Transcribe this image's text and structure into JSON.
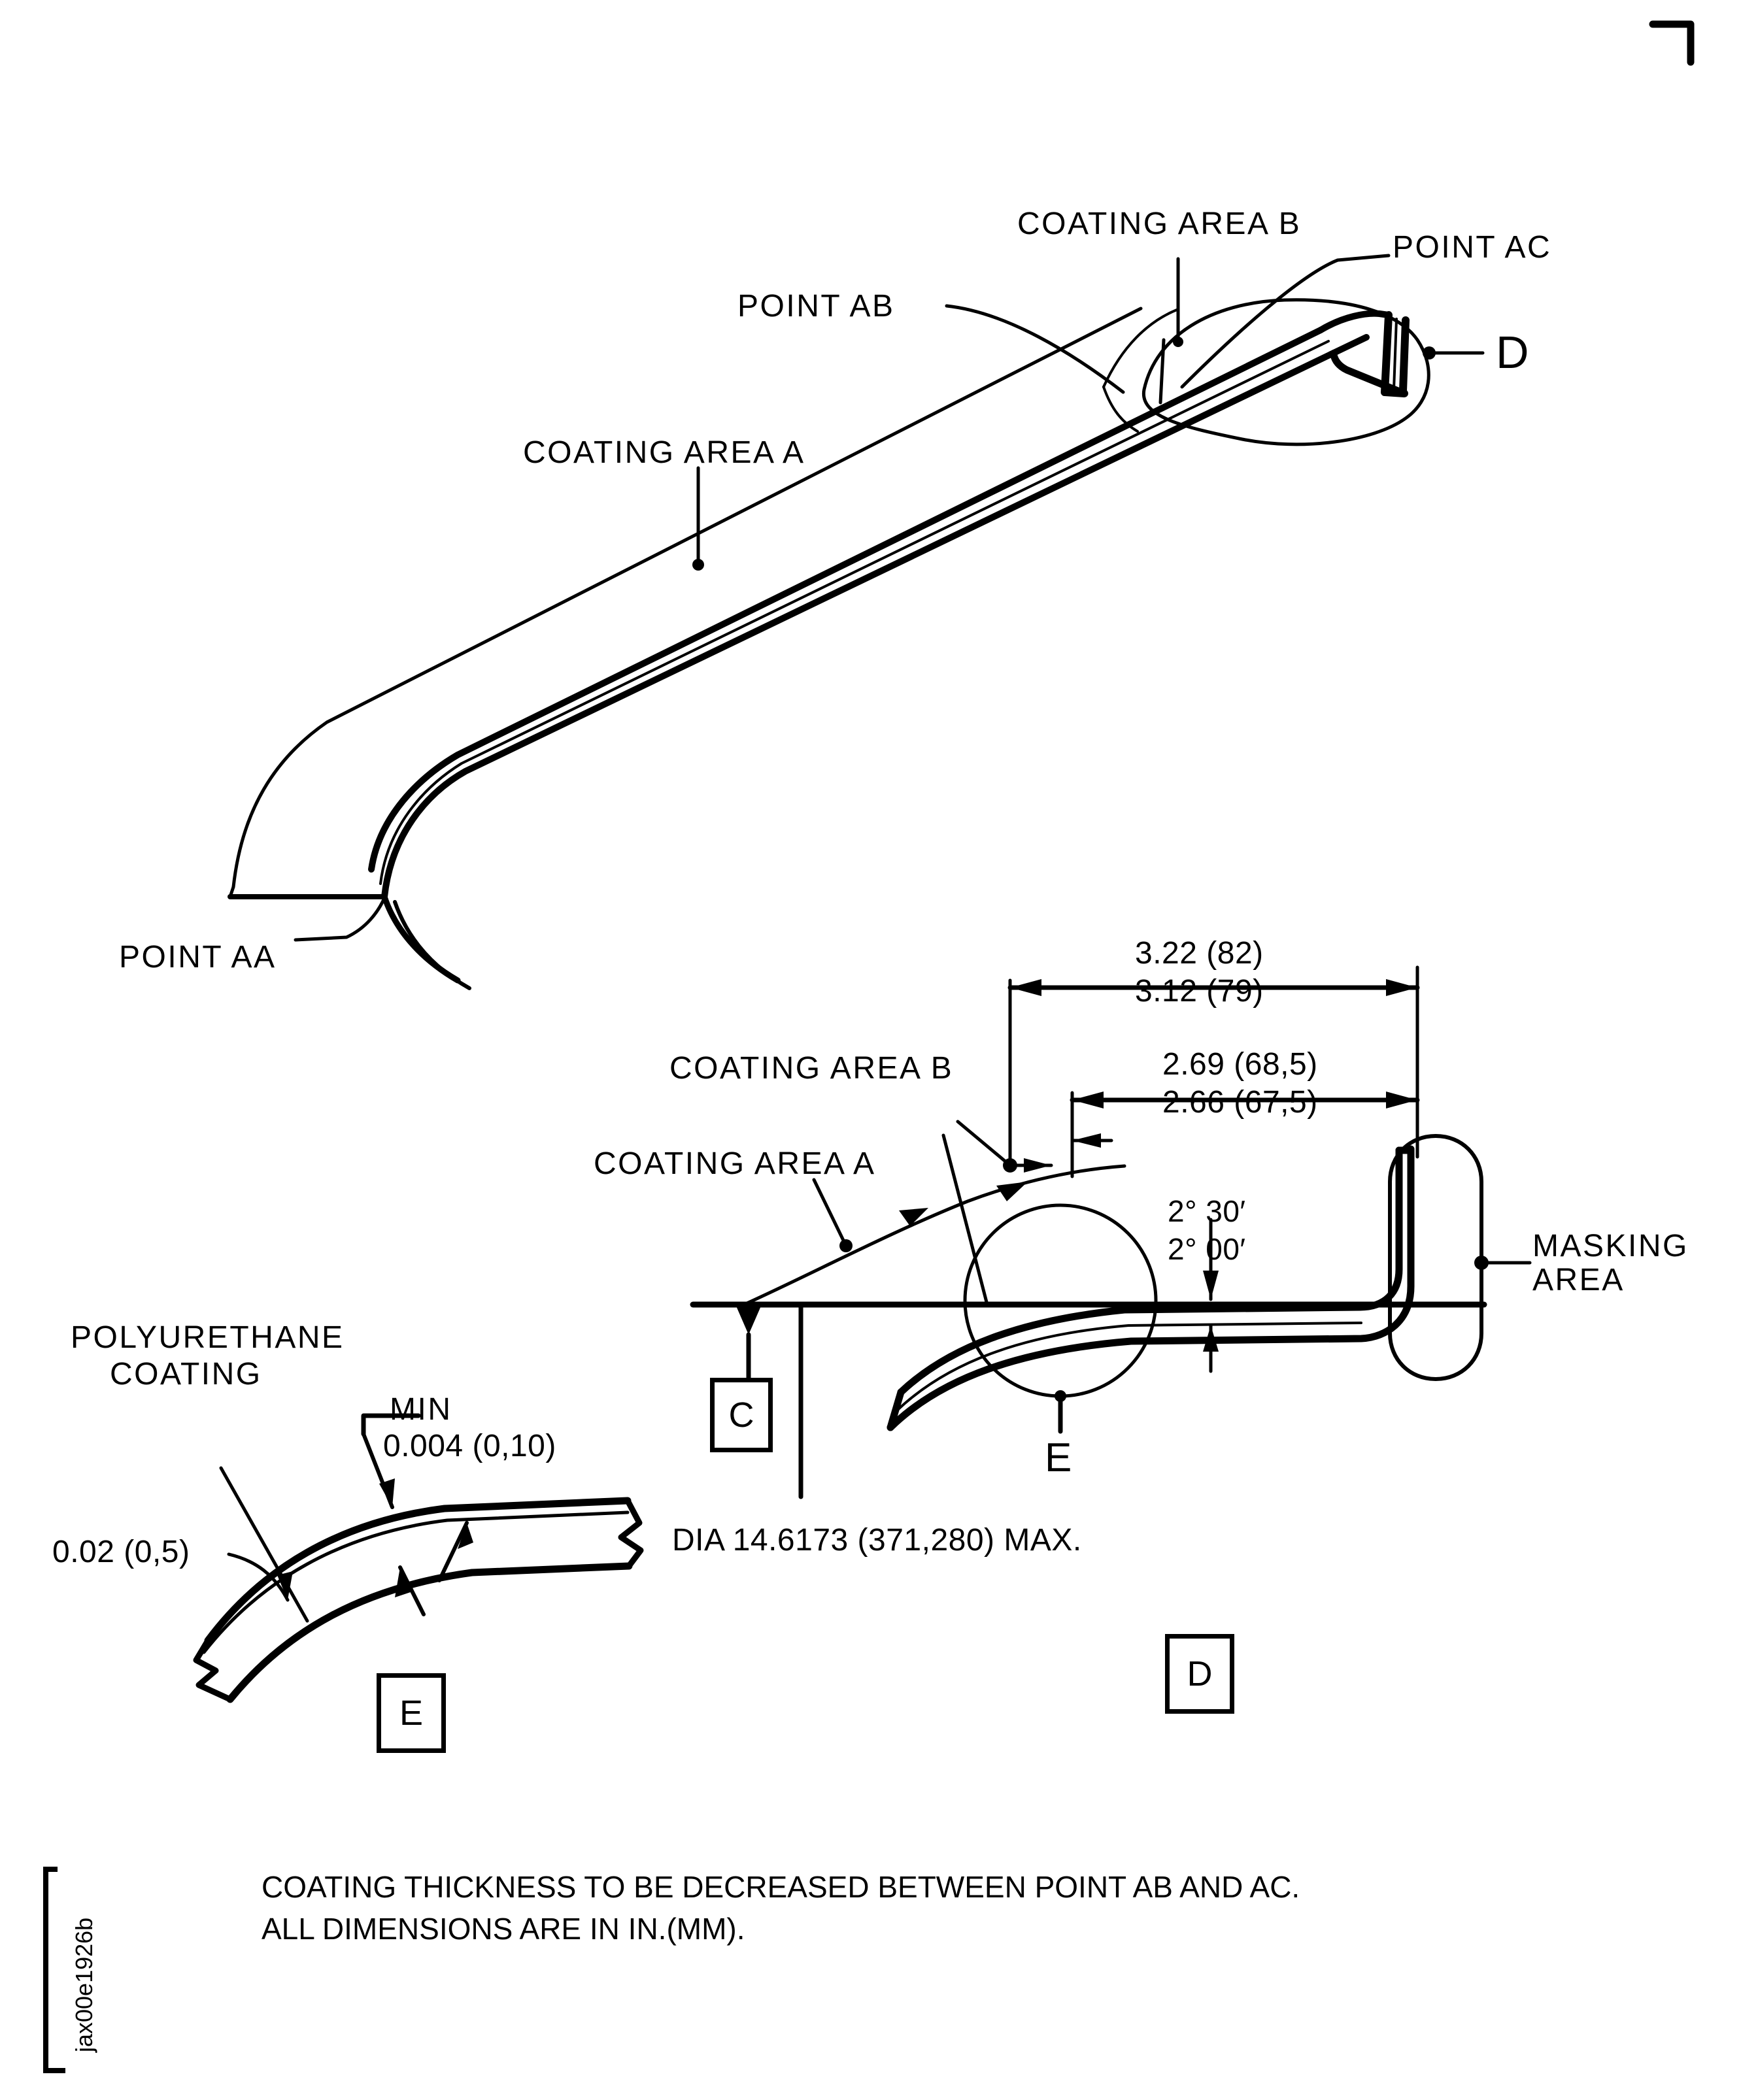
{
  "sheet": {
    "figure_id": "jax00e1926b",
    "corner_mark": "crop-mark-top-right"
  },
  "top_view": {
    "labels": {
      "coating_area_b": "COATING AREA B",
      "point_ac": "POINT AC",
      "point_ab": "POINT AB",
      "coating_area_a": "COATING AREA A",
      "point_aa": "POINT AA",
      "detail_d_callout": "D"
    }
  },
  "detail_d_view": {
    "labels": {
      "coating_area_b": "COATING AREA B",
      "coating_area_a": "COATING AREA A",
      "masking_area_line1": "MASKING",
      "masking_area_line2": "AREA",
      "detail_e_callout": "E",
      "datum_c": "C",
      "view_title": "D"
    },
    "dimensions": {
      "outer_upper": "3.22 (82)",
      "outer_lower": "3.12 (79)",
      "inner_upper": "2.69 (68,5)",
      "inner_lower": "2.66 (67,5)",
      "angle_upper": "2° 30′",
      "angle_lower": "2° 00′",
      "diameter": "DIA 14.6173 (371,280) MAX."
    }
  },
  "detail_e_view": {
    "labels": {
      "polyurethane_line1": "POLYURETHANE",
      "polyurethane_line2": "COATING",
      "min_label": "MIN",
      "min_value": "0.004 (0,10)",
      "edge_value": "0.02 (0,5)",
      "view_title": "E"
    }
  },
  "notes": {
    "line1": "COATING THICKNESS TO BE DECREASED BETWEEN POINT AB AND AC.",
    "line2": "ALL DIMENSIONS ARE IN IN.(MM)."
  },
  "colors": {
    "ink": "#000000",
    "paper": "#ffffff"
  }
}
